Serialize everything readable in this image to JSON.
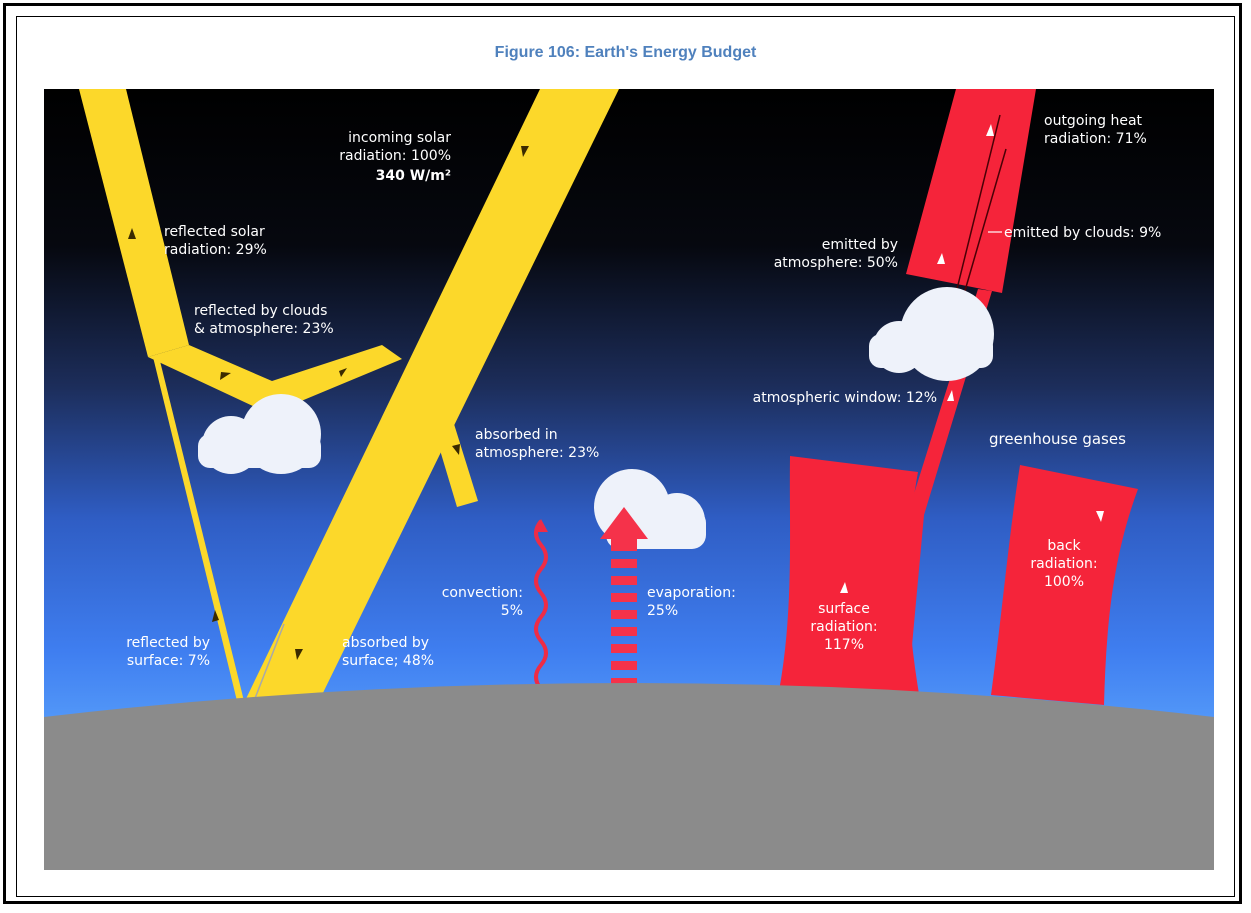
{
  "caption": "Figure 106: Earth's Energy Budget",
  "colors": {
    "solar": "#fcd82a",
    "heat": "#f5243a",
    "ground": "#8b8b8b",
    "cloud": "#eef2fa",
    "sky_top": "#000000",
    "sky_bottom": "#6ab2ff"
  },
  "labels": {
    "incoming_1": "incoming solar",
    "incoming_2": "radiation: 100%",
    "incoming_3": "340 W/m²",
    "reflected_solar_1": "reflected solar",
    "reflected_solar_2": "radiation: 29%",
    "reflected_clouds_1": "reflected by clouds",
    "reflected_clouds_2": "& atmosphere: 23%",
    "absorbed_atm_1": "absorbed in",
    "absorbed_atm_2": "atmosphere: 23%",
    "reflected_surface_1": "reflected by",
    "reflected_surface_2": "surface: 7%",
    "absorbed_surface_1": "absorbed by",
    "absorbed_surface_2": "surface; 48%",
    "convection_1": "convection:",
    "convection_2": "5%",
    "evaporation_1": "evaporation:",
    "evaporation_2": "25%",
    "outgoing_1": "outgoing heat",
    "outgoing_2": "radiation: 71%",
    "emitted_atm_1": "emitted by",
    "emitted_atm_2": "atmosphere: 50%",
    "emitted_clouds": "emitted by clouds: 9%",
    "window": "atmospheric window: 12%",
    "greenhouse": "greenhouse gases",
    "surface_rad_1": "surface",
    "surface_rad_2": "radiation:",
    "surface_rad_3": "117%",
    "back_rad_1": "back",
    "back_rad_2": "radiation:",
    "back_rad_3": "100%"
  }
}
